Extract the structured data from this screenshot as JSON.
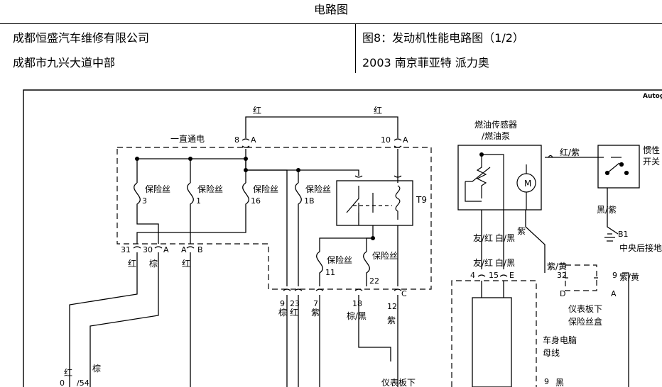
{
  "header": {
    "title": "电路图",
    "company": "成都恒盛汽车维修有限公司",
    "address": "成都市九兴大道中部",
    "figure": "图8：发动机性能电路图（1/2）",
    "model": "2003  南京菲亚特  派力奥"
  },
  "diagram": {
    "watermark": "Autog",
    "wire_red": "红",
    "always_hot": "一直通电",
    "conn_8": "8",
    "conn_10": "10",
    "pin_A": "A",
    "pin_B": "B",
    "pin_C": "C",
    "pin_D": "D",
    "pin_E": "E",
    "fuse": "保险丝",
    "fuse_3": "3",
    "fuse_1": "1",
    "fuse_16": "16",
    "fuse_1B": "1B",
    "fuse_11": "11",
    "fuse_22": "22",
    "relay": "T9",
    "fuel_sensor_line1": "燃油传感器",
    "fuel_sensor_line2": "/燃油泵",
    "wire_red_purple": "红/紫",
    "inertia_line1": "惯性",
    "inertia_line2": "开关",
    "wire_black_purple": "黑/紫",
    "ground_b1": "B1",
    "ground_label": "中央后接地",
    "wire_friend_red": "友/红",
    "wire_white_black": "白/黑",
    "wire_purple": "紫",
    "wire_purple_yellow": "紫/黄",
    "wire_purple_yellow2": "紫/黄",
    "conn_31": "31",
    "conn_30": "30",
    "conn_4": "4",
    "conn_15": "15",
    "conn_32": "32",
    "conn_9a": "9",
    "wire_bottom_9": "9",
    "wire_bottom_23": "23",
    "wire_bottom_7": "7",
    "wire_bottom_18": "18",
    "wire_bottom_12": "12",
    "wire_brown": "棕",
    "wire_red2": "红",
    "wire_purple2": "紫",
    "wire_brown_black": "棕/黑",
    "wire_purple3": "紫",
    "wire_brown2": "棕",
    "wire_red3": "红",
    "left_red": "红",
    "left_brown_left": "棕",
    "left_brown_red": "红",
    "bottom_left_0": "0",
    "bottom_left_red": "红",
    "bottom_left_54": "/54",
    "bottom_left_brown": "棕",
    "dash_fuse_line1": "仪表板下",
    "dash_fuse_line2": "保险丝盒",
    "body_ecu_line1": "车身电脑",
    "body_ecu_line2": "母线",
    "bottom_9": "9",
    "bottom_black": "黑",
    "bottom_dash": "仪表板下"
  }
}
